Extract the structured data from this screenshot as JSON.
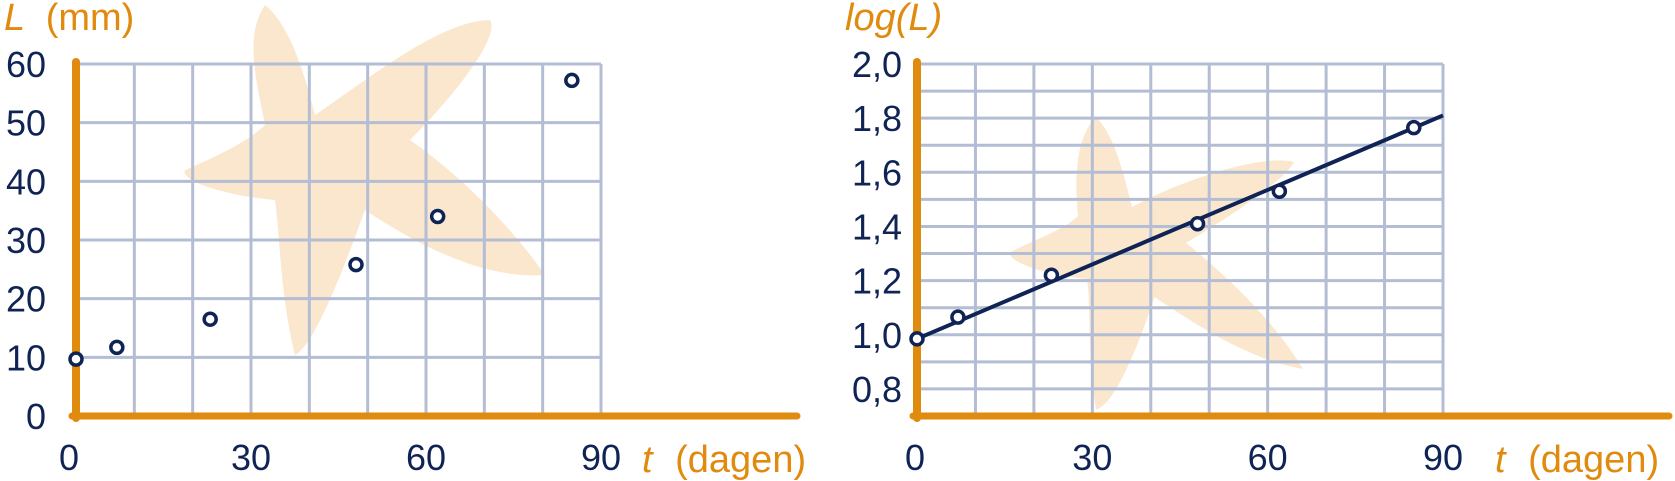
{
  "colors": {
    "axis": "#e08a0e",
    "grid": "#b3bdd3",
    "ink": "#0f2354",
    "label": "#e08a0e",
    "watermark": "#fae3c4"
  },
  "watermark_icon": "starfish-icon",
  "chart_data": [
    {
      "type": "scatter",
      "y_symbol": "L",
      "y_unit": "(mm)",
      "x_symbol": "t",
      "x_unit": "(dagen)",
      "xlim": [
        0,
        90
      ],
      "ylim": [
        0,
        60
      ],
      "x_ticks": [
        "0",
        "30",
        "60",
        "90"
      ],
      "y_ticks": [
        "0",
        "10",
        "20",
        "30",
        "40",
        "50",
        "60"
      ],
      "grid": true,
      "points": [
        {
          "x": 0,
          "y": 9.7
        },
        {
          "x": 7,
          "y": 11.7
        },
        {
          "x": 23,
          "y": 16.5
        },
        {
          "x": 48,
          "y": 25.8
        },
        {
          "x": 62,
          "y": 34.0
        },
        {
          "x": 85,
          "y": 57.2
        }
      ]
    },
    {
      "type": "scatter",
      "y_symbol": "log(L)",
      "x_symbol": "t",
      "x_unit": "(dagen)",
      "xlim": [
        0,
        90
      ],
      "ylim": [
        0.7,
        2.0
      ],
      "x_ticks": [
        "0",
        "30",
        "60",
        "90"
      ],
      "y_ticks": [
        "0,8",
        "1,0",
        "1,2",
        "1,4",
        "1,6",
        "1,8",
        "2,0"
      ],
      "grid": true,
      "points": [
        {
          "x": 0,
          "y": 0.985
        },
        {
          "x": 7,
          "y": 1.065
        },
        {
          "x": 23,
          "y": 1.22
        },
        {
          "x": 48,
          "y": 1.41
        },
        {
          "x": 62,
          "y": 1.53
        },
        {
          "x": 85,
          "y": 1.765
        }
      ],
      "fit_line": {
        "x": [
          0,
          90
        ],
        "y": [
          0.985,
          1.81
        ]
      }
    }
  ]
}
